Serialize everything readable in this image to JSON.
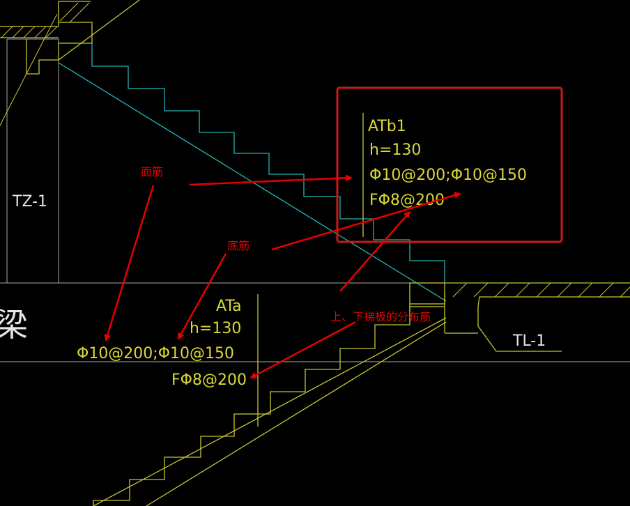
{
  "colors": {
    "background": "#000000",
    "stair_outline": "#c8c832",
    "upper_stair": "#22b3b3",
    "grid_line": "#aaaaaa",
    "label_text": "#d8d83a",
    "white_text": "#e6e6e6",
    "annotation": "#e60000",
    "highlight_box": "#c81a1a"
  },
  "labels": {
    "column": "TZ-1",
    "beam_fragment": "梁",
    "landing_beam": "TL-1"
  },
  "upper_flight": {
    "name": "ATb1",
    "thickness": "h=130",
    "main_bars": "Φ10@200;Φ10@150",
    "distribution_bars": "FΦ8@200"
  },
  "lower_flight": {
    "name": "ATa",
    "thickness": "h=130",
    "main_bars": "Φ10@200;Φ10@150",
    "distribution_bars": "FΦ8@200"
  },
  "annotations": {
    "top_rebar": "面筋",
    "bottom_rebar": "底筋",
    "distribution_rebar": "上、下梯板的分布筋"
  }
}
